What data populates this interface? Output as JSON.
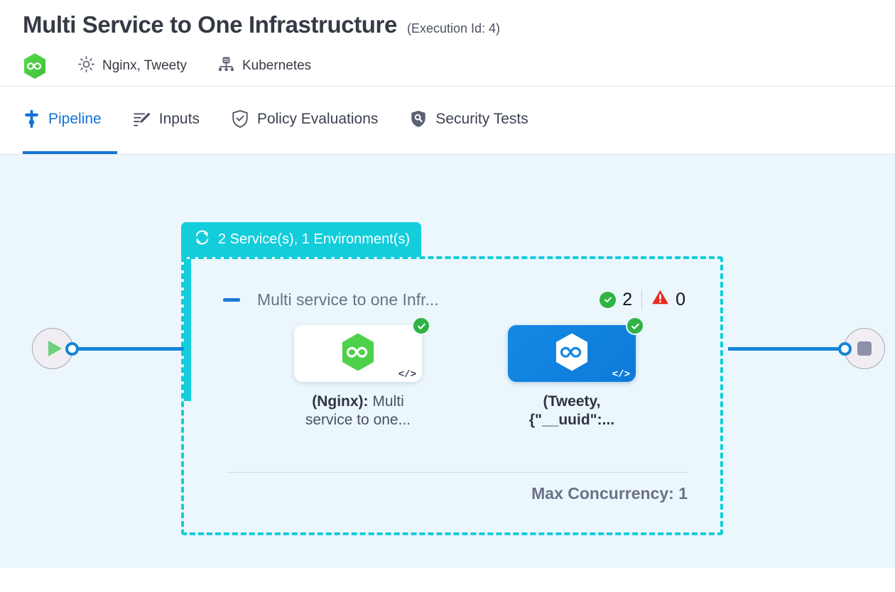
{
  "header": {
    "title": "Multi Service to One Infrastructure",
    "execution_id": "(Execution Id: 4)",
    "services_label": "Nginx, Tweety",
    "infrastructure_label": "Kubernetes",
    "brand_icon": "hexagon-infinity-icon",
    "services_icon": "gear-icon",
    "infrastructure_icon": "kubernetes-cluster-icon"
  },
  "tabs": [
    {
      "label": "Pipeline",
      "icon": "pipeline-icon",
      "active": true
    },
    {
      "label": "Inputs",
      "icon": "edit-pencil-icon",
      "active": false
    },
    {
      "label": "Policy Evaluations",
      "icon": "shield-check-icon",
      "active": false
    },
    {
      "label": "Security Tests",
      "icon": "shield-search-icon",
      "active": false
    }
  ],
  "canvas": {
    "background_color": "#ebf7fc",
    "start_node": {
      "icon": "play-icon"
    },
    "end_node": {
      "icon": "stop-icon"
    },
    "group": {
      "tag_label": "2 Service(s), 1 Environment(s)",
      "tag_icon": "loop-repeat-icon",
      "tag_color": "#13cddb",
      "collapse_icon": "minus-icon",
      "name": "Multi service to one Infr...",
      "success_count": "2",
      "warning_count": "0",
      "success_icon": "check-circle-icon",
      "warning_icon": "warning-triangle-icon",
      "max_concurrency_label": "Max Concurrency: 1",
      "cards": [
        {
          "icon": "hexagon-infinity-icon",
          "code_icon": "code-brackets-icon",
          "status_icon": "check-circle-icon",
          "theme": "white",
          "label_bold": "(Nginx):",
          "label_rest": " Multi service to one...",
          "all_bold": false
        },
        {
          "icon": "hexagon-infinity-icon",
          "code_icon": "code-brackets-icon",
          "status_icon": "check-circle-icon",
          "theme": "blue",
          "label_bold": "(Tweety, {\"__uuid\":...",
          "label_rest": "",
          "all_bold": true
        }
      ]
    }
  }
}
